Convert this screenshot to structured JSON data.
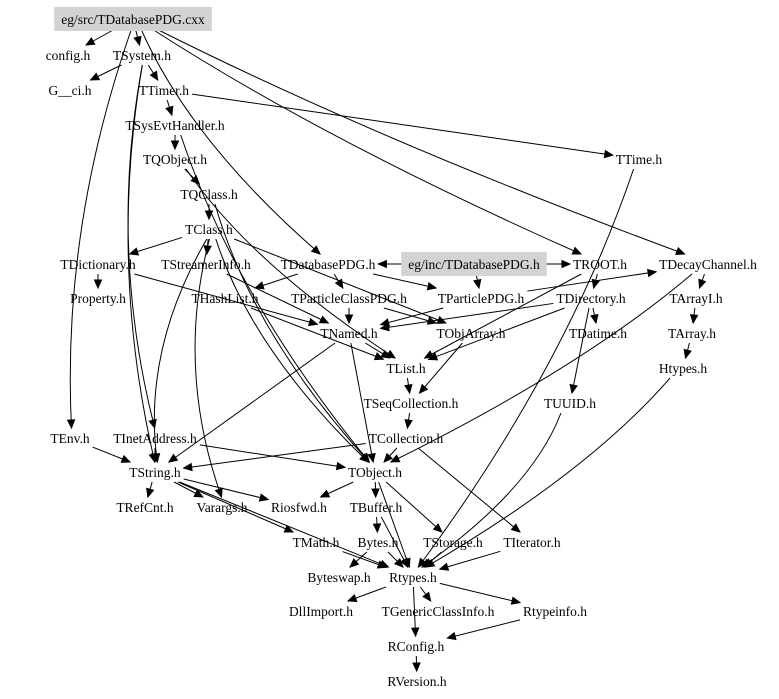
{
  "graph": {
    "type": "include-dependency-graph",
    "highlight_color": "#d3d3d3",
    "edge_color": "#000000",
    "nodes": [
      {
        "id": "src",
        "label": "eg/src/TDatabasePDG.cxx",
        "highlighted": true
      },
      {
        "id": "config",
        "label": "config.h"
      },
      {
        "id": "TSystem",
        "label": "TSystem.h"
      },
      {
        "id": "Gci",
        "label": "G__ci.h"
      },
      {
        "id": "TTimer",
        "label": "TTimer.h"
      },
      {
        "id": "TSysEvt",
        "label": "TSysEvtHandler.h"
      },
      {
        "id": "TQObject",
        "label": "TQObject.h"
      },
      {
        "id": "TTime",
        "label": "TTime.h"
      },
      {
        "id": "TQClass",
        "label": "TQClass.h"
      },
      {
        "id": "TClass",
        "label": "TClass.h"
      },
      {
        "id": "TDictionary",
        "label": "TDictionary.h"
      },
      {
        "id": "TStreamerInfo",
        "label": "TStreamerInfo.h"
      },
      {
        "id": "TDatabasePDG",
        "label": "TDatabasePDG.h"
      },
      {
        "id": "inc",
        "label": "eg/inc/TDatabasePDG.h",
        "highlighted": true
      },
      {
        "id": "TROOT",
        "label": "TROOT.h"
      },
      {
        "id": "TDecayChannel",
        "label": "TDecayChannel.h"
      },
      {
        "id": "Property",
        "label": "Property.h"
      },
      {
        "id": "THashList",
        "label": "THashList.h"
      },
      {
        "id": "TParticleClassPDG",
        "label": "TParticleClassPDG.h"
      },
      {
        "id": "TParticlePDG",
        "label": "TParticlePDG.h"
      },
      {
        "id": "TDirectory",
        "label": "TDirectory.h"
      },
      {
        "id": "TArrayI",
        "label": "TArrayI.h"
      },
      {
        "id": "TNamed",
        "label": "TNamed.h"
      },
      {
        "id": "TObjArray",
        "label": "TObjArray.h"
      },
      {
        "id": "TDatime",
        "label": "TDatime.h"
      },
      {
        "id": "TArray",
        "label": "TArray.h"
      },
      {
        "id": "TList",
        "label": "TList.h"
      },
      {
        "id": "Htypes",
        "label": "Htypes.h"
      },
      {
        "id": "TSeqCollection",
        "label": "TSeqCollection.h"
      },
      {
        "id": "TUUID",
        "label": "TUUID.h"
      },
      {
        "id": "TEnv",
        "label": "TEnv.h"
      },
      {
        "id": "TInetAddress",
        "label": "TInetAddress.h"
      },
      {
        "id": "TCollection",
        "label": "TCollection.h"
      },
      {
        "id": "TString",
        "label": "TString.h"
      },
      {
        "id": "TObject",
        "label": "TObject.h"
      },
      {
        "id": "TRefCnt",
        "label": "TRefCnt.h"
      },
      {
        "id": "Varargs",
        "label": "Varargs.h"
      },
      {
        "id": "Riosfwd",
        "label": "Riosfwd.h"
      },
      {
        "id": "TBuffer",
        "label": "TBuffer.h"
      },
      {
        "id": "TMath",
        "label": "TMath.h"
      },
      {
        "id": "Bytes",
        "label": "Bytes.h"
      },
      {
        "id": "TStorage",
        "label": "TStorage.h"
      },
      {
        "id": "TIterator",
        "label": "TIterator.h"
      },
      {
        "id": "Byteswap",
        "label": "Byteswap.h"
      },
      {
        "id": "Rtypes",
        "label": "Rtypes.h"
      },
      {
        "id": "DllImport",
        "label": "DllImport.h"
      },
      {
        "id": "TGenericClassInfo",
        "label": "TGenericClassInfo.h"
      },
      {
        "id": "Rtypeinfo",
        "label": "Rtypeinfo.h"
      },
      {
        "id": "RConfig",
        "label": "RConfig.h"
      },
      {
        "id": "RVersion",
        "label": "RVersion.h"
      }
    ],
    "edges": [
      [
        "src",
        "config"
      ],
      [
        "src",
        "TSystem"
      ],
      [
        "src",
        "TDatabasePDG"
      ],
      [
        "src",
        "TDecayChannel"
      ],
      [
        "src",
        "TROOT"
      ],
      [
        "src",
        "TEnv"
      ],
      [
        "TSystem",
        "Gci"
      ],
      [
        "TSystem",
        "TTimer"
      ],
      [
        "TSystem",
        "TInetAddress"
      ],
      [
        "TSystem",
        "TString"
      ],
      [
        "TTimer",
        "TSysEvt"
      ],
      [
        "TTimer",
        "TTime"
      ],
      [
        "TSysEvt",
        "TQObject"
      ],
      [
        "TSysEvt",
        "TObject"
      ],
      [
        "TQObject",
        "TQClass"
      ],
      [
        "TQObject",
        "TList"
      ],
      [
        "TQClass",
        "TClass"
      ],
      [
        "TQClass",
        "TObject"
      ],
      [
        "TClass",
        "TDictionary"
      ],
      [
        "TClass",
        "TStreamerInfo"
      ],
      [
        "TClass",
        "TObjArray"
      ],
      [
        "TClass",
        "TString"
      ],
      [
        "TClass",
        "TObject"
      ],
      [
        "TClass",
        "Varargs"
      ],
      [
        "TDictionary",
        "Property"
      ],
      [
        "TDictionary",
        "TNamed"
      ],
      [
        "TStreamerInfo",
        "TNamed"
      ],
      [
        "TDatabasePDG",
        "TParticleClassPDG"
      ],
      [
        "TDatabasePDG",
        "TParticlePDG"
      ],
      [
        "TDatabasePDG",
        "THashList"
      ],
      [
        "inc",
        "TParticlePDG"
      ],
      [
        "inc",
        "TDatabasePDG"
      ],
      [
        "inc",
        "TROOT"
      ],
      [
        "TROOT",
        "TDirectory"
      ],
      [
        "TROOT",
        "TList"
      ],
      [
        "TDirectory",
        "TDatime"
      ],
      [
        "TDirectory",
        "TNamed"
      ],
      [
        "TDirectory",
        "TUUID"
      ],
      [
        "TDirectory",
        "TList"
      ],
      [
        "TDecayChannel",
        "TArrayI"
      ],
      [
        "TDecayChannel",
        "TObject"
      ],
      [
        "TArrayI",
        "TArray"
      ],
      [
        "TArray",
        "Htypes"
      ],
      [
        "THashList",
        "TList"
      ],
      [
        "TParticleClassPDG",
        "TNamed"
      ],
      [
        "TParticleClassPDG",
        "TObjArray"
      ],
      [
        "TParticlePDG",
        "TNamed"
      ],
      [
        "TParticlePDG",
        "TDecayChannel"
      ],
      [
        "TNamed",
        "TList"
      ],
      [
        "TNamed",
        "TObject"
      ],
      [
        "TNamed",
        "TString"
      ],
      [
        "TObjArray",
        "TSeqCollection"
      ],
      [
        "TList",
        "TSeqCollection"
      ],
      [
        "TSeqCollection",
        "TCollection"
      ],
      [
        "TCollection",
        "TObject"
      ],
      [
        "TCollection",
        "TString"
      ],
      [
        "TCollection",
        "TIterator"
      ],
      [
        "TEnv",
        "TString"
      ],
      [
        "TInetAddress",
        "TString"
      ],
      [
        "TInetAddress",
        "TObject"
      ],
      [
        "TString",
        "TRefCnt"
      ],
      [
        "TString",
        "Varargs"
      ],
      [
        "TString",
        "Riosfwd"
      ],
      [
        "TString",
        "TMath"
      ],
      [
        "TString",
        "Rtypes"
      ],
      [
        "TObject",
        "Riosfwd"
      ],
      [
        "TObject",
        "TBuffer"
      ],
      [
        "TObject",
        "Rtypes"
      ],
      [
        "TObject",
        "TStorage"
      ],
      [
        "TBuffer",
        "Bytes"
      ],
      [
        "TBuffer",
        "Rtypes"
      ],
      [
        "Bytes",
        "Rtypes"
      ],
      [
        "Bytes",
        "Byteswap"
      ],
      [
        "TMath",
        "Rtypes"
      ],
      [
        "TStorage",
        "Rtypes"
      ],
      [
        "TIterator",
        "Rtypes"
      ],
      [
        "TUUID",
        "Rtypes"
      ],
      [
        "Htypes",
        "Rtypes"
      ],
      [
        "TTime",
        "Rtypes"
      ],
      [
        "Rtypes",
        "DllImport"
      ],
      [
        "Rtypes",
        "TGenericClassInfo"
      ],
      [
        "Rtypes",
        "Rtypeinfo"
      ],
      [
        "Rtypes",
        "RConfig"
      ],
      [
        "Rtypeinfo",
        "RConfig"
      ],
      [
        "RConfig",
        "RVersion"
      ]
    ]
  }
}
